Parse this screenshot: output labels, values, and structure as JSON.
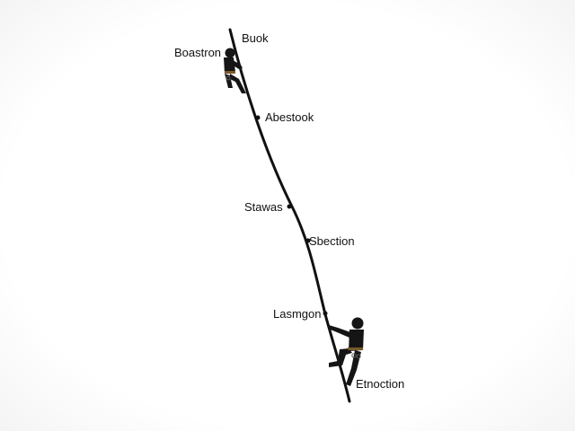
{
  "diagram": {
    "labels": {
      "top": "Buok",
      "top_left": "Boastron",
      "upper": "Abestook",
      "middle_left": "Stawas",
      "middle_right": "Sbection",
      "lower_left": "Lasmgon",
      "bottom": "Etnoction"
    },
    "colors": {
      "rope": "#111111",
      "climber": "#151515",
      "harness": "#7a5a2a",
      "background": "#ffffff"
    },
    "icons": [
      "upper-climber-icon",
      "lower-climber-icon"
    ]
  }
}
